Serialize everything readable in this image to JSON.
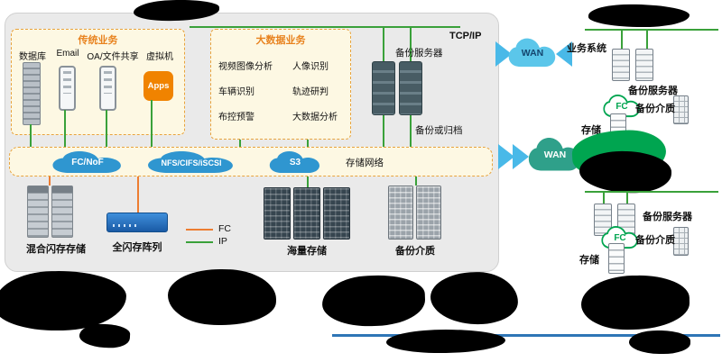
{
  "production": {
    "tcp_ip": "TCP/IP",
    "traditional": {
      "title": "传统业务",
      "items": [
        "数据库",
        "Email",
        "OA/文件共享",
        "虚拟机"
      ],
      "apps_label": "Apps"
    },
    "bigdata": {
      "title": "大数据业务",
      "items": [
        "视频图像分析",
        "人像识别",
        "车辆识别",
        "轨迹研判",
        "布控预警",
        "大数据分析"
      ]
    },
    "backup_server": "备份服务器",
    "backup_or_archive": "备份或归档",
    "storage_network": {
      "label": "存储网络",
      "clouds": [
        "FC/NoF",
        "NFS/CIFS/iSCSI",
        "S3"
      ]
    },
    "devices": {
      "hybrid_flash": "混合闪存存储",
      "all_flash": "全闪存阵列",
      "mass_storage": "海量存储",
      "backup_media": "备份介质"
    },
    "legend": {
      "fc": "FC",
      "ip": "IP"
    }
  },
  "wan_label": "WAN",
  "site_top": {
    "business_system": "业务系统",
    "backup_server": "备份服务器",
    "fc": "FC",
    "storage": "存储",
    "backup_media": "备份介质"
  },
  "site_bottom": {
    "backup_server": "备份服务器",
    "fc": "FC",
    "storage": "存储",
    "backup_media": "备份介质"
  },
  "colors": {
    "fc_line": "#ED7D31",
    "ip_line": "#3AA13A",
    "storage_cloud_blue": "#2F96D0",
    "wan_cloud_blue": "#5BC6EA",
    "wan_cloud_teal": "#2FA08A",
    "fc_cloud_green": "#00A550",
    "dashed_box_border": "#E8A33D",
    "redaction": "#000000"
  }
}
